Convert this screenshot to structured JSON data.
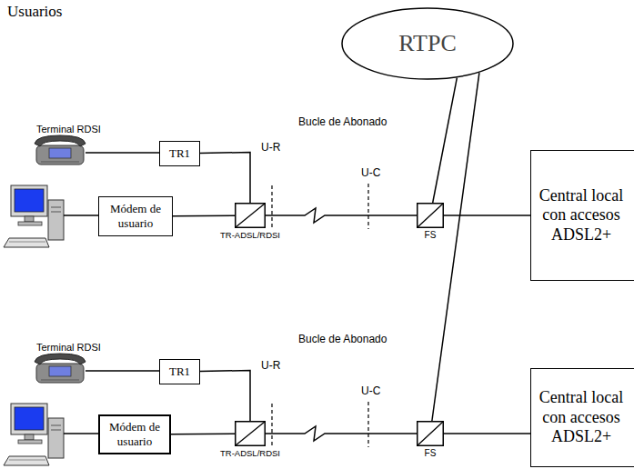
{
  "diagram": {
    "title": "Usuarios",
    "nodes": [
      {
        "text": [
          "RTPC"
        ]
      },
      {
        "text": [
          "TR1"
        ]
      },
      {
        "text": [
          "Módem de usuario"
        ]
      },
      {
        "text": [
          "TR-ADSL/RDSI"
        ]
      },
      {
        "text": [
          "FS"
        ]
      },
      {
        "text": [
          "Central local con accesos ADSL2+"
        ]
      },
      {
        "text": [
          "TR1"
        ]
      },
      {
        "text": [
          "Módem de usuario"
        ]
      },
      {
        "text": [
          "TR-ADSL/RDSI"
        ]
      },
      {
        "text": [
          "FS"
        ]
      },
      {
        "text": [
          "Central local con accesos ADSL2+"
        ]
      }
    ],
    "edges": [
      {
        "from": 1,
        "to": 3,
        "arrow": "none"
      },
      {
        "from": 2,
        "to": 3,
        "arrow": "none"
      },
      {
        "from": 3,
        "to": 4,
        "arrow": "none"
      },
      {
        "from": 4,
        "to": 5,
        "arrow": "none"
      },
      {
        "from": 0,
        "to": 4,
        "arrow": "none"
      },
      {
        "from": 6,
        "to": 8,
        "arrow": "none"
      },
      {
        "from": 7,
        "to": 8,
        "arrow": "none"
      },
      {
        "from": 8,
        "to": 9,
        "arrow": "none"
      },
      {
        "from": 9,
        "to": 10,
        "arrow": "none"
      },
      {
        "from": 0,
        "to": 9,
        "arrow": "none"
      }
    ],
    "labels": [
      "Terminal RDSI",
      "Bucle de Abonado",
      "U-R",
      "U-C",
      "Terminal RDSI",
      "Bucle de Abonado",
      "U-R",
      "U-C"
    ]
  }
}
